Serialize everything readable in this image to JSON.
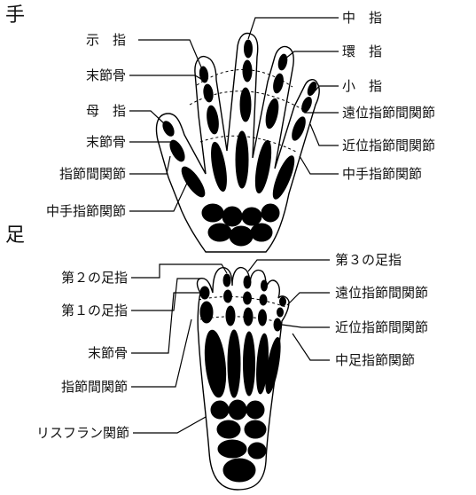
{
  "sections": {
    "hand": "手",
    "foot": "足"
  },
  "hand_labels": {
    "left": [
      "示　指",
      "末節骨",
      "母　指",
      "末節骨",
      "指節間関節",
      "中手指節関節"
    ],
    "right": [
      "中　指",
      "環　指",
      "小　指",
      "遠位指節間関節",
      "近位指節間関節",
      "中手指節関節"
    ]
  },
  "foot_labels": {
    "left": [
      "第２の足指",
      "第１の足指",
      "末節骨",
      "指節間関節",
      "リスフラン関節"
    ],
    "right": [
      "第３の足指",
      "遠位指節間関節",
      "近位指節間関節",
      "中足指節関節"
    ]
  }
}
